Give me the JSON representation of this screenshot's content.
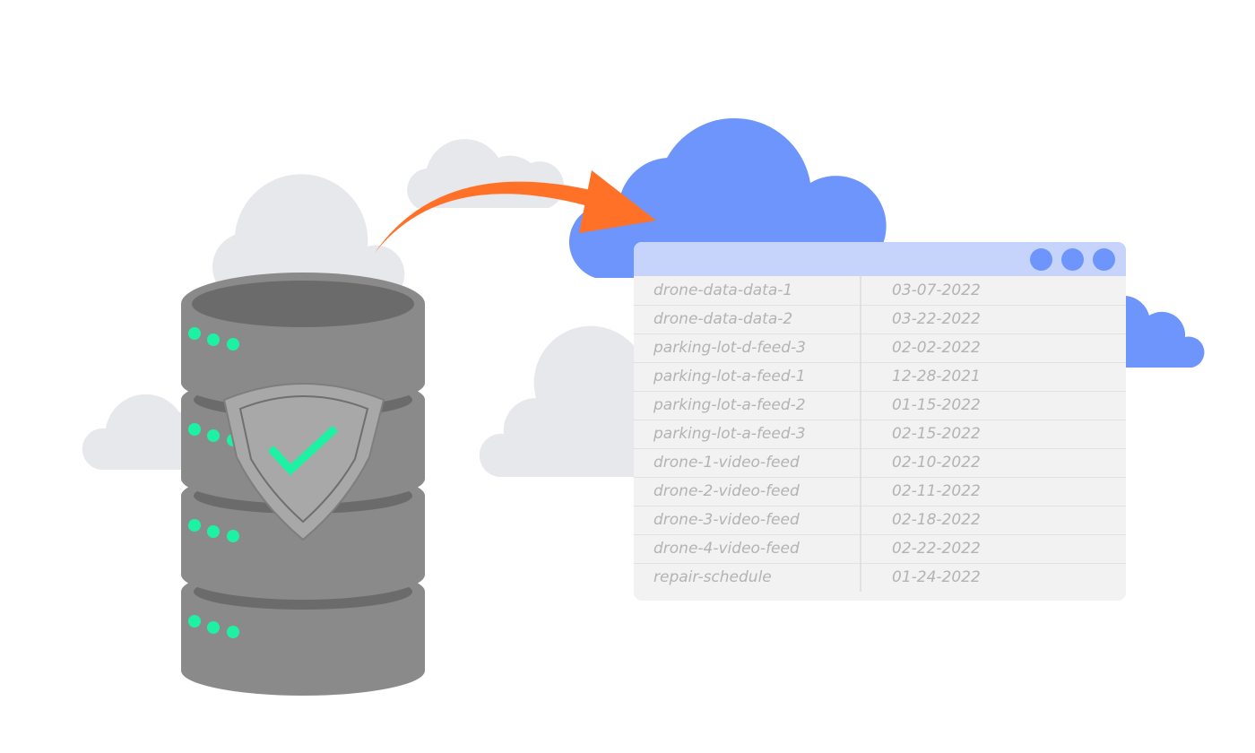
{
  "colors": {
    "background": "#ffffff",
    "background_cloud": "#e6e8ec",
    "cloud_storage": "#6d95fb",
    "window_titlebar": "#c6d4fb",
    "window_dot": "#6d95fb",
    "window_body": "#f2f2f2",
    "arrow": "#ff7126",
    "database_body": "#8a8a8a",
    "database_top": "#6b6b6b",
    "status_led": "#1df2a4",
    "shield": "#a8a8a8",
    "checkmark": "#1df2a4",
    "file_text": "#b3b3b3"
  },
  "icons": {
    "database": "database-icon",
    "shield": "shield-check-icon",
    "arrow": "curved-arrow-icon",
    "cloud": "cloud-icon"
  },
  "file_window": {
    "rows": [
      {
        "name": "drone-data-data-1",
        "date": "03-07-2022"
      },
      {
        "name": "drone-data-data-2",
        "date": "03-22-2022"
      },
      {
        "name": "parking-lot-d-feed-3",
        "date": "02-02-2022"
      },
      {
        "name": "parking-lot-a-feed-1",
        "date": "12-28-2021"
      },
      {
        "name": "parking-lot-a-feed-2",
        "date": "01-15-2022"
      },
      {
        "name": "parking-lot-a-feed-3",
        "date": "02-15-2022"
      },
      {
        "name": "drone-1-video-feed",
        "date": "02-10-2022"
      },
      {
        "name": "drone-2-video-feed",
        "date": "02-11-2022"
      },
      {
        "name": "drone-3-video-feed",
        "date": "02-18-2022"
      },
      {
        "name": "drone-4-video-feed",
        "date": "02-22-2022"
      },
      {
        "name": "repair-schedule",
        "date": "01-24-2022"
      }
    ]
  }
}
